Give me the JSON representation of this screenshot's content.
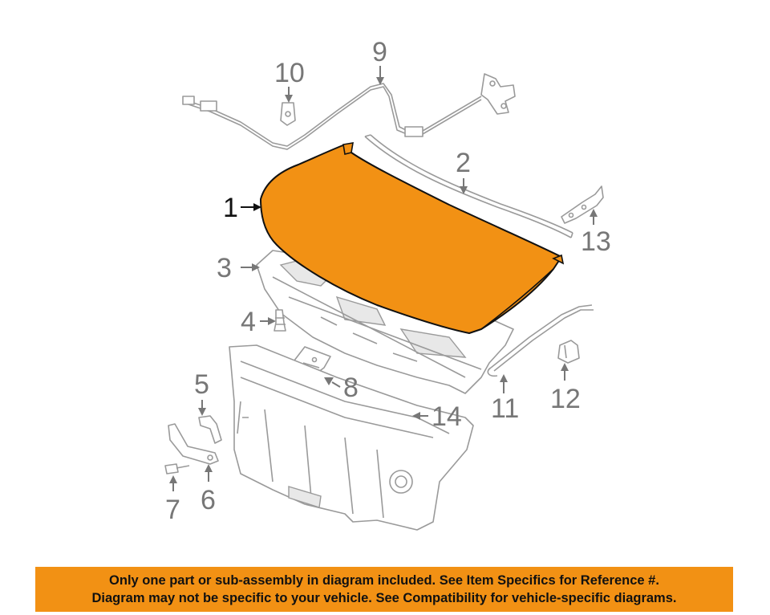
{
  "callouts": {
    "c1": "1",
    "c2": "2",
    "c3": "3",
    "c4": "4",
    "c5": "5",
    "c6": "6",
    "c7": "7",
    "c8": "8",
    "c9": "9",
    "c10": "10",
    "c11": "11",
    "c12": "12",
    "c13": "13",
    "c14": "14"
  },
  "colors": {
    "hood_panel": "#f29114",
    "notice_bar": "#f29114",
    "callout_text": "#777777",
    "primary_callout": "#111111"
  },
  "notice": {
    "line1": "Only one part or sub-assembly in diagram included. See Item Specifics for Reference #.",
    "line2": "Diagram may not be specific to your vehicle. See Compatibility for vehicle-specific diagrams."
  }
}
